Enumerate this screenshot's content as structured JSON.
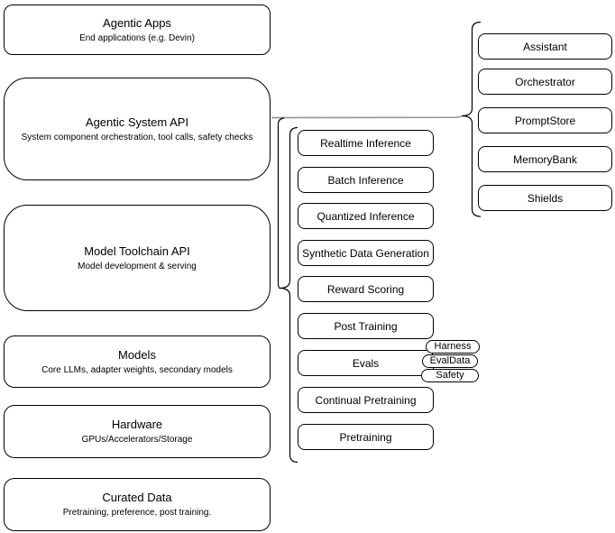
{
  "colors": {
    "background": "#ffffff",
    "node_stroke": "#000000",
    "node_fill": "#ffffff",
    "connector_gray": "#999999",
    "text": "#000000"
  },
  "left_stack": [
    {
      "title": "Agentic Apps",
      "subtitle": "End applications (e.g. Devin)"
    },
    {
      "title": "Agentic System API",
      "subtitle": "System component orchestration, tool calls, safety checks"
    },
    {
      "title": "Model Toolchain API",
      "subtitle": "Model development & serving"
    },
    {
      "title": "Models",
      "subtitle": "Core LLMs, adapter weights, secondary models"
    },
    {
      "title": "Hardware",
      "subtitle": "GPUs/Accelerators/Storage"
    },
    {
      "title": "Curated Data",
      "subtitle": "Pretraining, preference, post training."
    }
  ],
  "toolchain_group": {
    "items": [
      {
        "label": "Realtime Inference"
      },
      {
        "label": "Batch Inference"
      },
      {
        "label": "Quantized Inference"
      },
      {
        "label": "Synthetic Data Generation"
      },
      {
        "label": "Reward Scoring"
      },
      {
        "label": "Post Training"
      },
      {
        "label": "Evals"
      },
      {
        "label": "Continual Pretraining"
      },
      {
        "label": "Pretraining"
      }
    ]
  },
  "evals_pills": [
    {
      "label": "Harness"
    },
    {
      "label": "EvalData"
    },
    {
      "label": "Safety"
    }
  ],
  "system_group": {
    "items": [
      {
        "label": "Assistant"
      },
      {
        "label": "Orchestrator"
      },
      {
        "label": "PromptStore"
      },
      {
        "label": "MemoryBank"
      },
      {
        "label": "Shields"
      }
    ]
  }
}
